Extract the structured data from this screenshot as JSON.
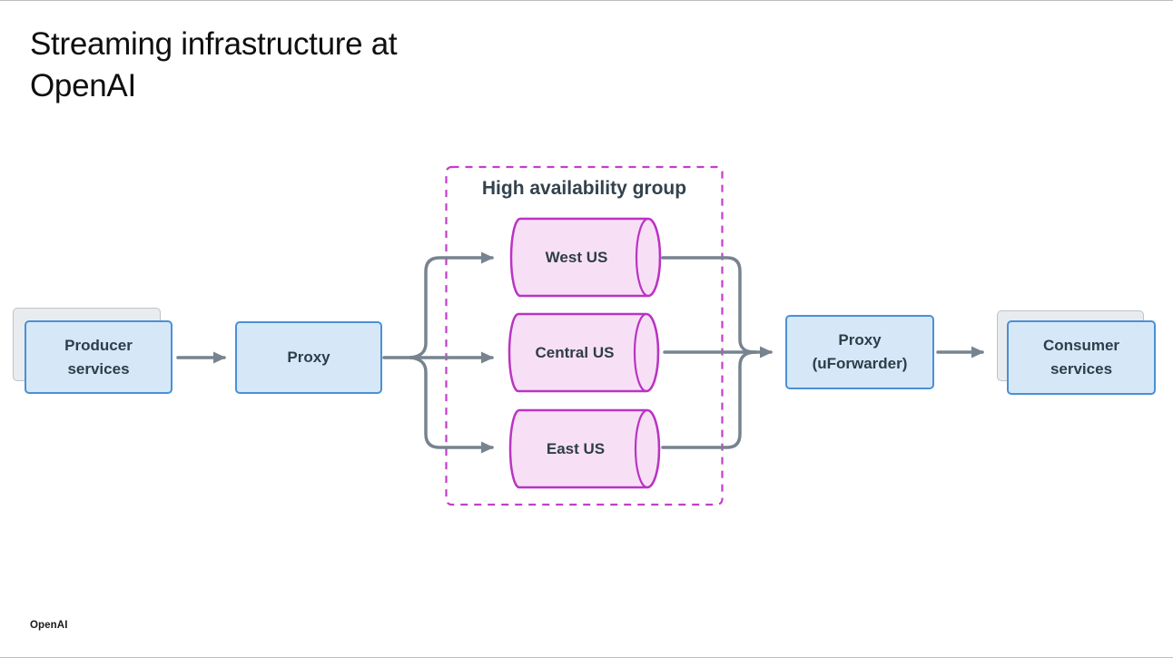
{
  "slide": {
    "title_line1": "Streaming infrastructure at",
    "title_line2": "OpenAI",
    "footer_logo": "OpenAI"
  },
  "diagram": {
    "producer": {
      "line1": "Producer",
      "line2": "services"
    },
    "proxy": {
      "label": "Proxy"
    },
    "ha_group": {
      "label": "High availability group"
    },
    "regions": [
      {
        "label": "West US"
      },
      {
        "label": "Central US"
      },
      {
        "label": "East US"
      }
    ],
    "forwarder": {
      "line1": "Proxy",
      "line2": "(uForwarder)"
    },
    "consumer": {
      "line1": "Consumer",
      "line2": "services"
    },
    "colors": {
      "node_fill": "#d6e8f7",
      "node_border": "#4a90d6",
      "stack_fill": "#e9ecef",
      "stack_border": "#bcc3ca",
      "cylinder_fill": "#f7e0f6",
      "cylinder_border": "#ba34c3",
      "group_border": "#c33ec9",
      "connector": "#77838f",
      "text": "#2e3d49"
    }
  }
}
